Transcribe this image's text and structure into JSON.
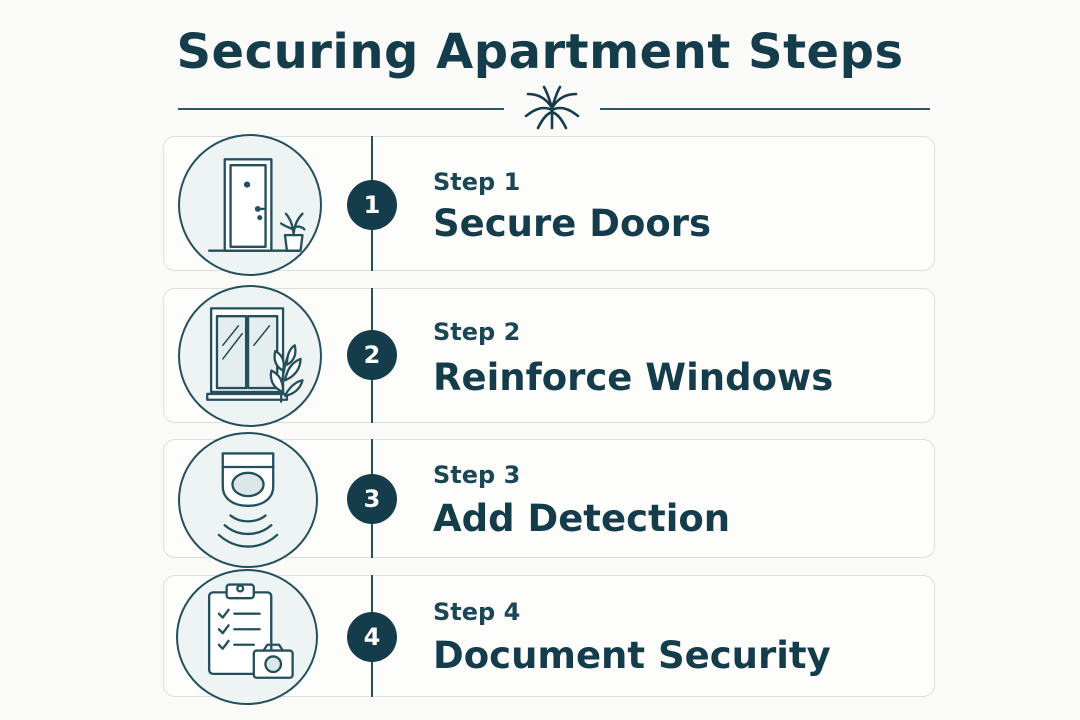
{
  "title": "Securing Apartment Steps",
  "steps": [
    {
      "label": "Step 1",
      "number": "1",
      "title": "Secure Doors",
      "icon": "door-icon"
    },
    {
      "label": "Step 2",
      "number": "2",
      "title": "Reinforce Windows",
      "icon": "window-icon"
    },
    {
      "label": "Step 3",
      "number": "3",
      "title": "Add Detection",
      "icon": "motion-sensor-icon"
    },
    {
      "label": "Step 4",
      "number": "4",
      "title": "Document Security",
      "icon": "clipboard-camera-icon"
    }
  ],
  "colors": {
    "primary": "#143c4a",
    "line": "#24505d",
    "card_border": "#dcdfde",
    "background": "#fafaf9",
    "icon_fill": "#eef3f3"
  }
}
